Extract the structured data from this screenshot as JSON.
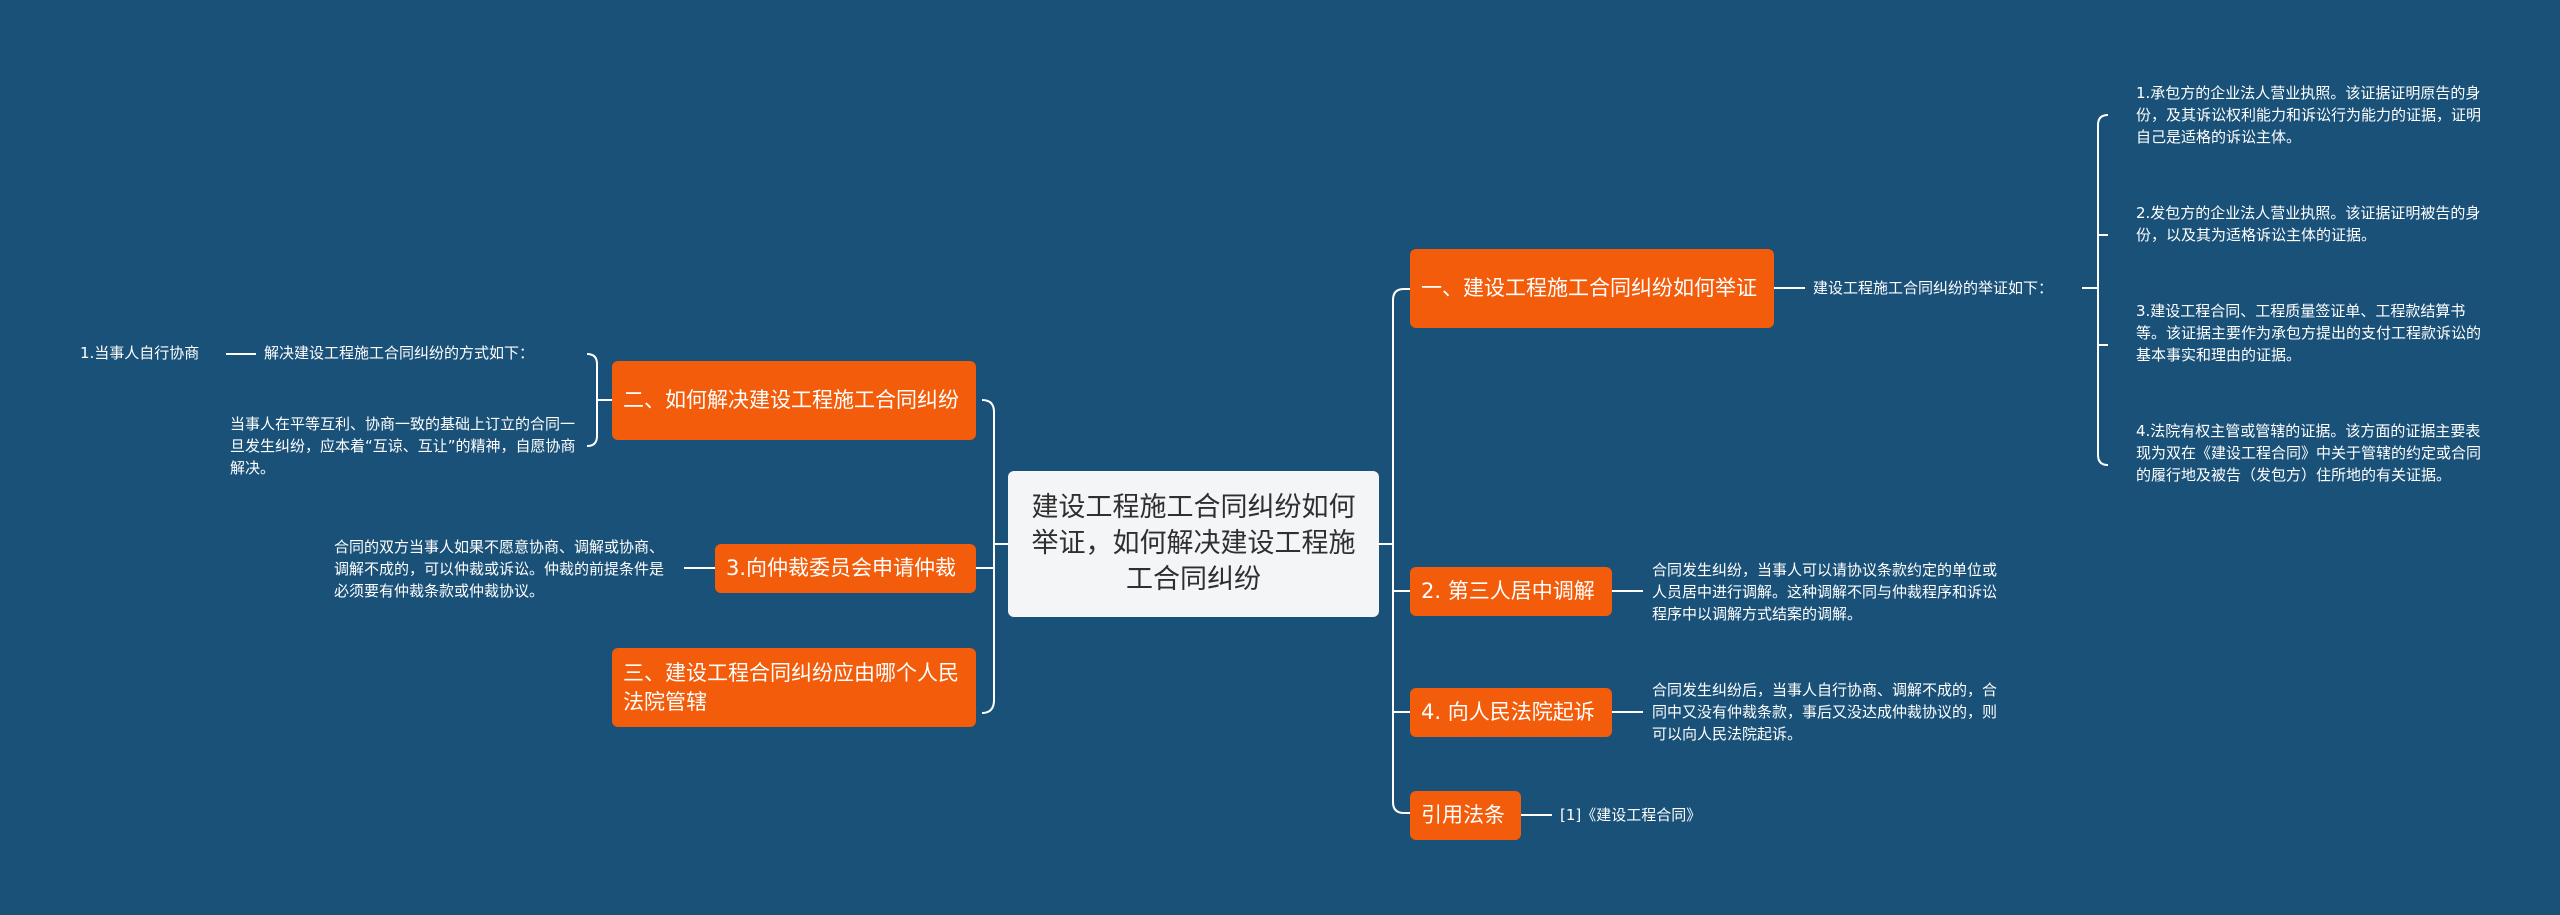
{
  "colors": {
    "background": "#1a5178",
    "branch_fill": "#f25c0a",
    "center_fill": "#f4f5f7",
    "line": "#ffffff"
  },
  "center": {
    "title": "建设工程施工合同纠纷如何举证，如何解决建设工程施工合同纠纷"
  },
  "right": {
    "b1": {
      "label": "一、建设工程施工合同纠纷如何举证",
      "sub": "建设工程施工合同纠纷的举证如下：",
      "items": [
        "1.承包方的企业法人营业执照。该证据证明原告的身份，及其诉讼权利能力和诉讼行为能力的证据，证明自己是适格的诉讼主体。",
        "2.发包方的企业法人营业执照。该证据证明被告的身份，以及其为适格诉讼主体的证据。",
        "3.建设工程合同、工程质量签证单、工程款结算书等。该证据主要作为承包方提出的支付工程款诉讼的基本事实和理由的证据。",
        "4.法院有权主管或管辖的证据。该方面的证据主要表现为双在《建设工程合同》中关于管辖的约定或合同的履行地及被告（发包方）住所地的有关证据。"
      ]
    },
    "b2": {
      "label": "2. 第三人居中调解",
      "text": "合同发生纠纷，当事人可以请协议条款约定的单位或人员居中进行调解。这种调解不同与仲裁程序和诉讼程序中以调解方式结案的调解。"
    },
    "b3": {
      "label": "4. 向人民法院起诉",
      "text": "合同发生纠纷后，当事人自行协商、调解不成的，合同中又没有仲裁条款，事后又没达成仲裁协议的，则可以向人民法院起诉。"
    },
    "b4": {
      "label": "引用法条",
      "text": "[1]《建设工程合同》"
    }
  },
  "left": {
    "b1": {
      "label": "二、如何解决建设工程施工合同纠纷",
      "sub": "解决建设工程施工合同纠纷的方式如下：",
      "subsub": "1.当事人自行协商",
      "text": "当事人在平等互利、协商一致的基础上订立的合同一旦发生纠纷，应本着“互谅、互让”的精神，自愿协商解决。"
    },
    "b2": {
      "label": "3.向仲裁委员会申请仲裁",
      "text": "合同的双方当事人如果不愿意协商、调解或协商、调解不成的，可以仲裁或诉讼。仲裁的前提条件是必须要有仲裁条款或仲裁协议。"
    },
    "b3": {
      "label": "三、建设工程合同纠纷应由哪个人民法院管辖"
    }
  }
}
